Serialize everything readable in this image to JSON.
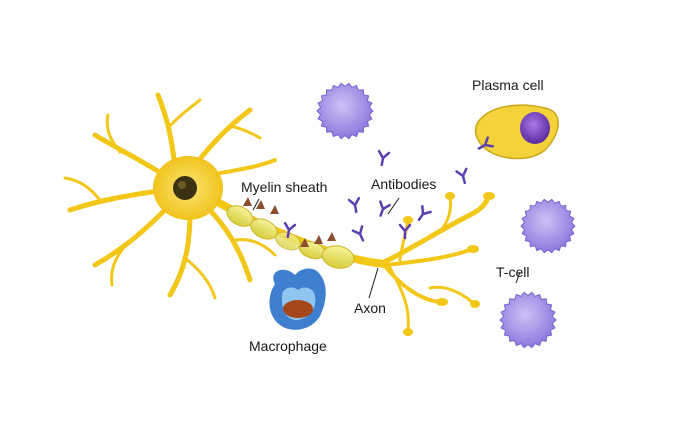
{
  "labels": {
    "plasma_cell": "Plasma cell",
    "myelin_sheath": "Myelin sheath",
    "antibodies": "Antibodies",
    "t_cell": "T-cell",
    "axon": "Axon",
    "macrophage": "Macrophage"
  },
  "colors": {
    "neuron": "#f2c718",
    "neuron_light": "#fbe77a",
    "nucleus": "#3b3212",
    "myelin": "#e7e062",
    "lymphocyte": "#8d77dd",
    "lymphocyte_light": "#cdc0f5",
    "antibody": "#5b3fb0",
    "plasma_body": "#f3d23a",
    "plasma_nucleus": "#6a33b4",
    "macrophage": "#3f7fd0",
    "macrophage_inner": "#8fc6f0",
    "macrophage_debris": "#a4481c",
    "debris": "#8a4d2d"
  },
  "icons": [
    "neuron",
    "myelin-sheath",
    "antibody",
    "plasma-cell",
    "t-cell",
    "macrophage"
  ]
}
